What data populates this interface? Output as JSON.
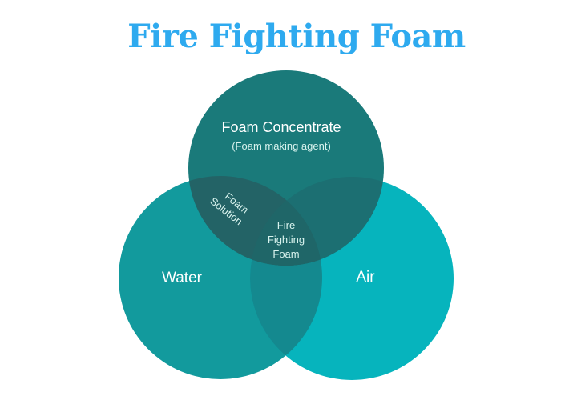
{
  "title": "Fire Fighting Foam",
  "colors": {
    "title": "#2eaaef",
    "water": "#129a9d",
    "air": "#06b4bd",
    "foam_concentrate": "#1a7a7a",
    "overlap_foam_solution": "#236366",
    "overlap_fire_fighting_foam": "#1f6668",
    "overlap_water_air": "#14898f"
  },
  "diagram": {
    "type": "venn",
    "sets": [
      {
        "id": "foam_concentrate",
        "label": "Foam Concentrate",
        "sublabel": "(Foam making agent)"
      },
      {
        "id": "water",
        "label": "Water"
      },
      {
        "id": "air",
        "label": "Air"
      }
    ],
    "intersections": [
      {
        "sets": [
          "foam_concentrate",
          "water"
        ],
        "label_line1": "Foam",
        "label_line2": "Solution"
      },
      {
        "sets": [
          "foam_concentrate",
          "water",
          "air"
        ],
        "label_line1": "Fire",
        "label_line2": "Fighting",
        "label_line3": "Foam"
      }
    ]
  }
}
